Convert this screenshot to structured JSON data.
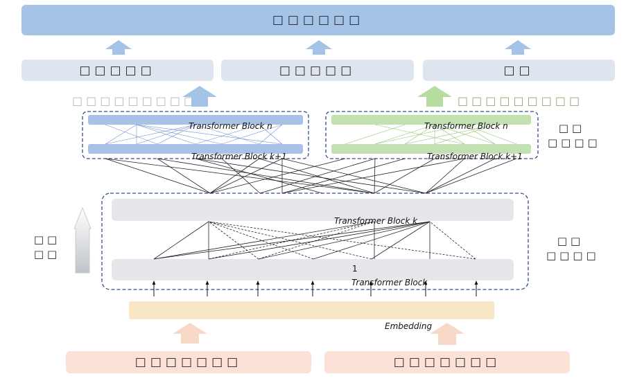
{
  "top_bar": {
    "label": "□□□□□□"
  },
  "outputs": [
    {
      "label": "□□□□□"
    },
    {
      "label": "□□□□□"
    },
    {
      "label": "□□"
    }
  ],
  "branch_labels": {
    "left": "□□□□□□□□□",
    "right": "□□□□□□□□□"
  },
  "side_labels": {
    "right_upper": {
      "line1": "□□",
      "line2": "□□□□"
    },
    "right_lower": {
      "line1": "□□",
      "line2": "□□□□"
    },
    "left_lower": {
      "line1": "□□",
      "line2": "□□"
    }
  },
  "block_labels": {
    "left_top": "Transformer Block n",
    "left_bottom": "Transformer Block k+1",
    "right_top": "Transformer Block n",
    "right_bottom": "Transformer Block k+1",
    "shared_top": "Transformer Block k",
    "shared_bottom_num": "1",
    "shared_bottom": "Transformer Block"
  },
  "embedding_label": "Embedding",
  "inputs": [
    {
      "label": "□□□□□□□"
    },
    {
      "label": "□□□□□□□"
    }
  ],
  "colors": {
    "top_bar": "#a4c3e6",
    "output_box": "#dfe5ef",
    "shared_block": "#e6e7ea",
    "left_branch_bar": "#a9c0e8",
    "right_branch_bar": "#c3e0b1",
    "embedding": "#f8e6c4",
    "input_box": "#fbe1d6",
    "dashed_border": "#2f4f8a",
    "arrow_blue": "#a4c3e6",
    "arrow_green": "#b7dca0",
    "arrow_peach": "#f8d8c6"
  }
}
